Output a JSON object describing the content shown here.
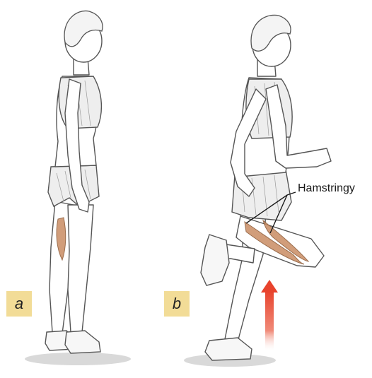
{
  "panels": [
    {
      "id": "a",
      "label": "a"
    },
    {
      "id": "b",
      "label": "b"
    }
  ],
  "annotation": {
    "text": "Hamstringy"
  },
  "colors": {
    "label_bg": "#f2dc97",
    "muscle": "#c98d63",
    "arrow": "#e8432d"
  }
}
